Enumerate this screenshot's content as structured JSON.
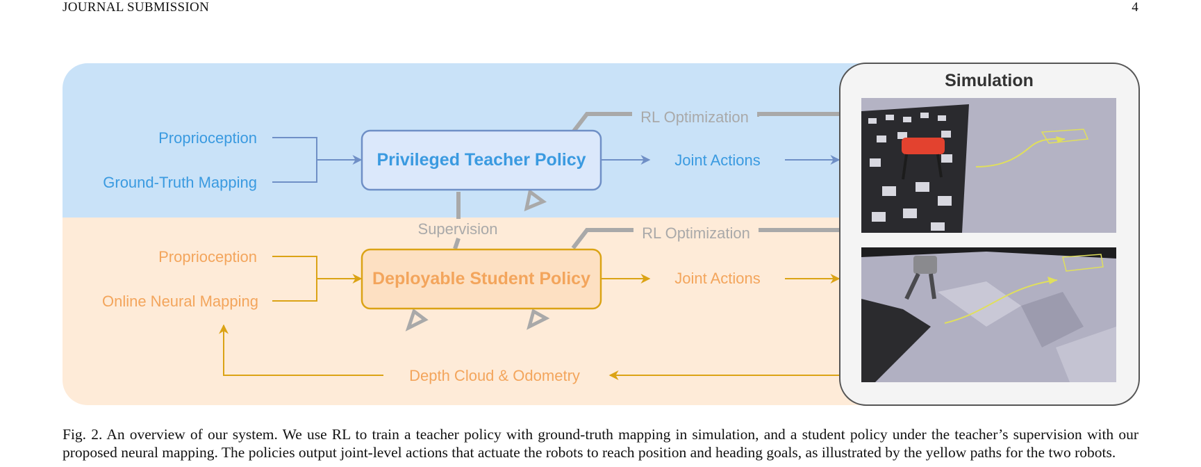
{
  "header": {
    "left": "JOURNAL SUBMISSION",
    "right": "4"
  },
  "figure": {
    "teacher": {
      "input_proprio": "Proprioception",
      "input_map": "Ground-Truth Mapping",
      "policy": "Privileged Teacher Policy",
      "output": "Joint Actions",
      "rl": "RL Optimization"
    },
    "supervision": "Supervision",
    "student": {
      "input_proprio": "Proprioception",
      "input_map": "Online Neural Mapping",
      "policy": "Deployable Student Policy",
      "output": "Joint Actions",
      "rl": "RL Optimization",
      "feedback": "Depth Cloud & Odometry"
    },
    "simulation": {
      "title": "Simulation"
    },
    "colors": {
      "teacher_bg": "#c9e2f8",
      "student_bg": "#feebd8",
      "teacher_text": "#3a9ae0",
      "student_text": "#f3a55c",
      "teacher_arrow": "#6f8fc6",
      "student_arrow": "#dba315",
      "gray": "#a9a9a9"
    }
  },
  "caption": "Fig. 2.  An overview of our system. We use RL to train a teacher policy with ground-truth mapping in simulation, and a student policy under the teacher’s supervision with our proposed neural mapping. The policies output joint-level actions that actuate the robots to reach position and heading goals, as illustrated by the yellow paths for the two robots."
}
